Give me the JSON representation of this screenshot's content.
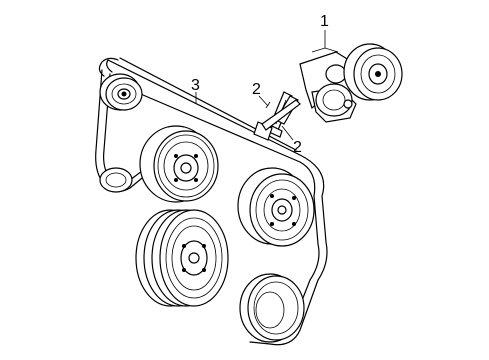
{
  "callouts": [
    {
      "id": "tensioner",
      "label": "1"
    },
    {
      "id": "bolt-upper",
      "label": "2"
    },
    {
      "id": "bolt-lower",
      "label": "2"
    },
    {
      "id": "belt",
      "label": "3"
    }
  ]
}
